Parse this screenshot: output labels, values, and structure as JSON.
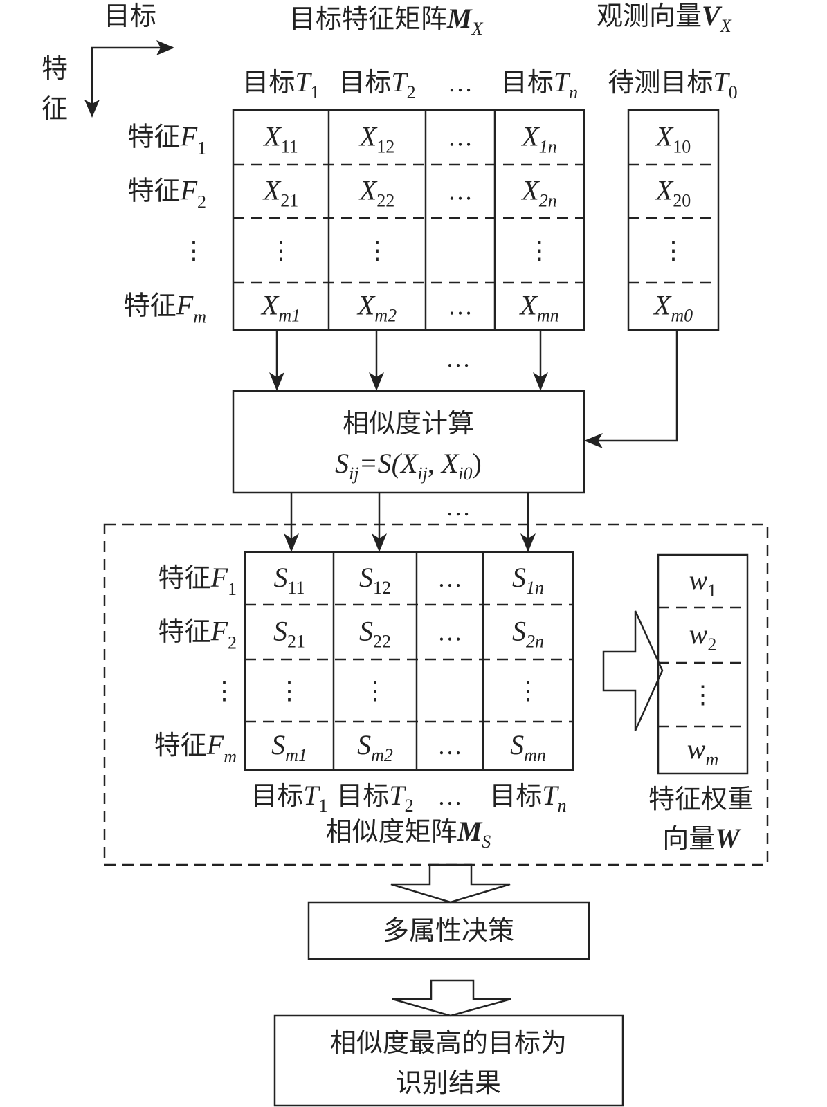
{
  "axes": {
    "target_label": "目标",
    "feature_label_1": "特",
    "feature_label_2": "征"
  },
  "feature_matrix": {
    "title_cn": "目标特征矩阵",
    "title_sym": "M",
    "title_sub": "X",
    "columns": [
      {
        "prefix": "目标",
        "sym": "T",
        "sub": "1"
      },
      {
        "prefix": "目标",
        "sym": "T",
        "sub": "2"
      },
      {
        "prefix": "",
        "sym": "…",
        "sub": ""
      },
      {
        "prefix": "目标",
        "sym": "T",
        "sub": "n"
      }
    ],
    "rows": [
      {
        "label_prefix": "特征",
        "label_sym": "F",
        "label_sub": "1",
        "cells": [
          {
            "s": "X",
            "sub": "11"
          },
          {
            "s": "X",
            "sub": "12"
          },
          {
            "s": "…",
            "sub": ""
          },
          {
            "s": "X",
            "sub": "1n"
          }
        ]
      },
      {
        "label_prefix": "特征",
        "label_sym": "F",
        "label_sub": "2",
        "cells": [
          {
            "s": "X",
            "sub": "21"
          },
          {
            "s": "X",
            "sub": "22"
          },
          {
            "s": "…",
            "sub": ""
          },
          {
            "s": "X",
            "sub": "2n"
          }
        ]
      },
      {
        "label_prefix": "",
        "label_sym": "⋮",
        "label_sub": "",
        "cells": [
          {
            "s": "⋮",
            "sub": ""
          },
          {
            "s": "⋮",
            "sub": ""
          },
          {
            "s": "",
            "sub": ""
          },
          {
            "s": "⋮",
            "sub": ""
          }
        ]
      },
      {
        "label_prefix": "特征",
        "label_sym": "F",
        "label_sub": "m",
        "cells": [
          {
            "s": "X",
            "sub": "m1"
          },
          {
            "s": "X",
            "sub": "m2"
          },
          {
            "s": "…",
            "sub": ""
          },
          {
            "s": "X",
            "sub": "mn"
          }
        ]
      }
    ]
  },
  "observation_vector": {
    "title_cn": "观测向量",
    "title_sym": "V",
    "title_sub": "X",
    "column_prefix": "待测目标",
    "column_sym": "T",
    "column_sub": "0",
    "cells": [
      {
        "s": "X",
        "sub": "10"
      },
      {
        "s": "X",
        "sub": "20"
      },
      {
        "s": "⋮",
        "sub": ""
      },
      {
        "s": "X",
        "sub": "m0"
      }
    ]
  },
  "similarity_calc": {
    "title": "相似度计算",
    "formula": {
      "lhs": "S",
      "lhs_sub": "ij",
      "eq": "=S(",
      "a": "X",
      "a_sub": "ij",
      "comma": ", ",
      "b": "X",
      "b_sub": "i0",
      "close": ")"
    }
  },
  "ellipsis": "…",
  "similarity_matrix": {
    "title_cn": "相似度矩阵",
    "title_sym": "M",
    "title_sub": "S",
    "columns": [
      {
        "prefix": "目标",
        "sym": "T",
        "sub": "1"
      },
      {
        "prefix": "目标",
        "sym": "T",
        "sub": "2"
      },
      {
        "prefix": "",
        "sym": "…",
        "sub": ""
      },
      {
        "prefix": "目标",
        "sym": "T",
        "sub": "n"
      }
    ],
    "rows": [
      {
        "label_prefix": "特征",
        "label_sym": "F",
        "label_sub": "1",
        "cells": [
          {
            "s": "S",
            "sub": "11"
          },
          {
            "s": "S",
            "sub": "12"
          },
          {
            "s": "…",
            "sub": ""
          },
          {
            "s": "S",
            "sub": "1n"
          }
        ]
      },
      {
        "label_prefix": "特征",
        "label_sym": "F",
        "label_sub": "2",
        "cells": [
          {
            "s": "S",
            "sub": "21"
          },
          {
            "s": "S",
            "sub": "22"
          },
          {
            "s": "…",
            "sub": ""
          },
          {
            "s": "S",
            "sub": "2n"
          }
        ]
      },
      {
        "label_prefix": "",
        "label_sym": "⋮",
        "label_sub": "",
        "cells": [
          {
            "s": "⋮",
            "sub": ""
          },
          {
            "s": "⋮",
            "sub": ""
          },
          {
            "s": "",
            "sub": ""
          },
          {
            "s": "⋮",
            "sub": ""
          }
        ]
      },
      {
        "label_prefix": "特征",
        "label_sym": "F",
        "label_sub": "m",
        "cells": [
          {
            "s": "S",
            "sub": "m1"
          },
          {
            "s": "S",
            "sub": "m2"
          },
          {
            "s": "…",
            "sub": ""
          },
          {
            "s": "S",
            "sub": "mn"
          }
        ]
      }
    ]
  },
  "weight_vector": {
    "title_line1": "特征权重",
    "title_line2_cn": "向量",
    "title_line2_sym": "W",
    "cells": [
      {
        "s": "w",
        "sub": "1"
      },
      {
        "s": "w",
        "sub": "2"
      },
      {
        "s": "⋮",
        "sub": ""
      },
      {
        "s": "w",
        "sub": "m"
      }
    ]
  },
  "decision": {
    "title": "多属性决策"
  },
  "result": {
    "line1": "相似度最高的目标为",
    "line2": "识别结果"
  }
}
